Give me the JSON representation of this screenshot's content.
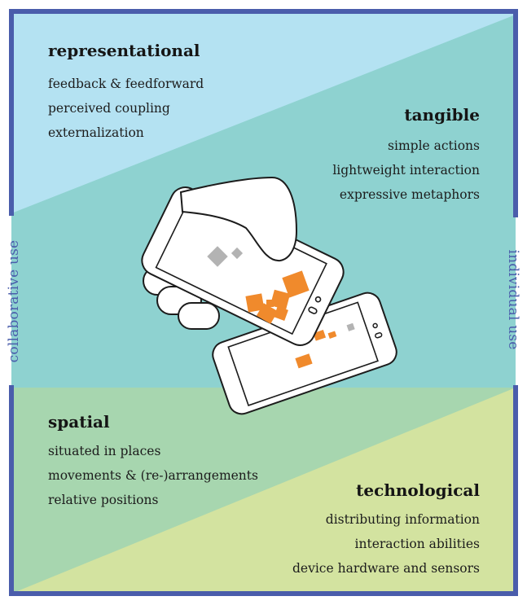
{
  "colors": {
    "frame": "#4a5dab",
    "top_light": "#b4e2f2",
    "middle_teal": "#8ed2d0",
    "bottom_green": "#a7d6af",
    "bottom_yellow": "#d3e3a0",
    "accent_orange": "#f08a2c",
    "accent_gray": "#b3b3b3"
  },
  "axis": {
    "left_label": "collaborative use",
    "right_label": "individual use"
  },
  "quadrants": {
    "representational": {
      "title": "representational",
      "items": [
        "feedback & feedforward",
        "perceived coupling",
        "externalization"
      ]
    },
    "tangible": {
      "title": "tangible",
      "items": [
        "simple actions",
        "lightweight interaction",
        "expressive metaphors"
      ]
    },
    "spatial": {
      "title": "spatial",
      "items": [
        "situated in places",
        "movements & (re-)arrangements",
        "relative positions"
      ]
    },
    "technological": {
      "title": "technological",
      "items": [
        "distributing information",
        "interaction abilities",
        "device hardware and sensors"
      ]
    }
  },
  "illustration": {
    "icon": "hand-holding-phone-over-phone"
  }
}
